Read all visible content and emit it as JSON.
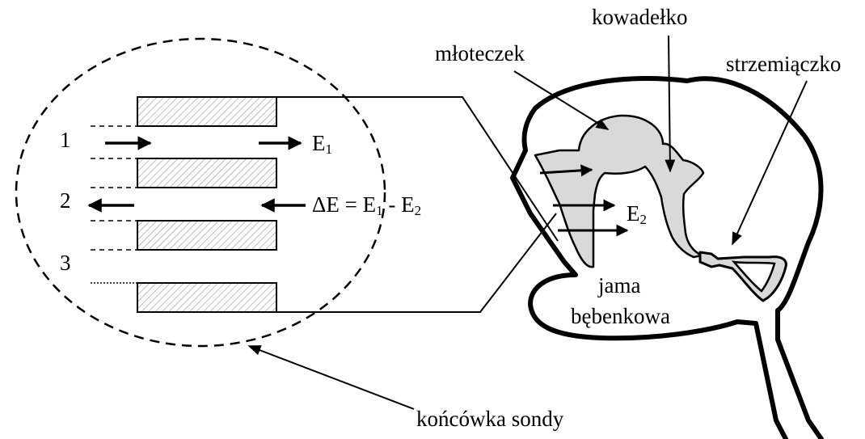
{
  "labels": {
    "malleus": "młoteczek",
    "incus": "kowadełko",
    "stapes": "strzemiączko",
    "tympanic_line1": "jama",
    "tympanic_line2": "bębenkowa",
    "probe_tip": "końcówka sondy"
  },
  "channels": {
    "one": "1",
    "two": "2",
    "three": "3"
  },
  "energy": {
    "e1_symbol": "E",
    "e1_sub": "1",
    "delta_prefix": "ΔE = E",
    "delta_sub1": "1",
    "delta_mid": " - E",
    "delta_sub2": "2",
    "e2_symbol": "E",
    "e2_sub": "2"
  },
  "colors": {
    "ossicle_fill": "#d9d9d9",
    "outline": "#000000",
    "hatch": "#9a9a9a"
  }
}
